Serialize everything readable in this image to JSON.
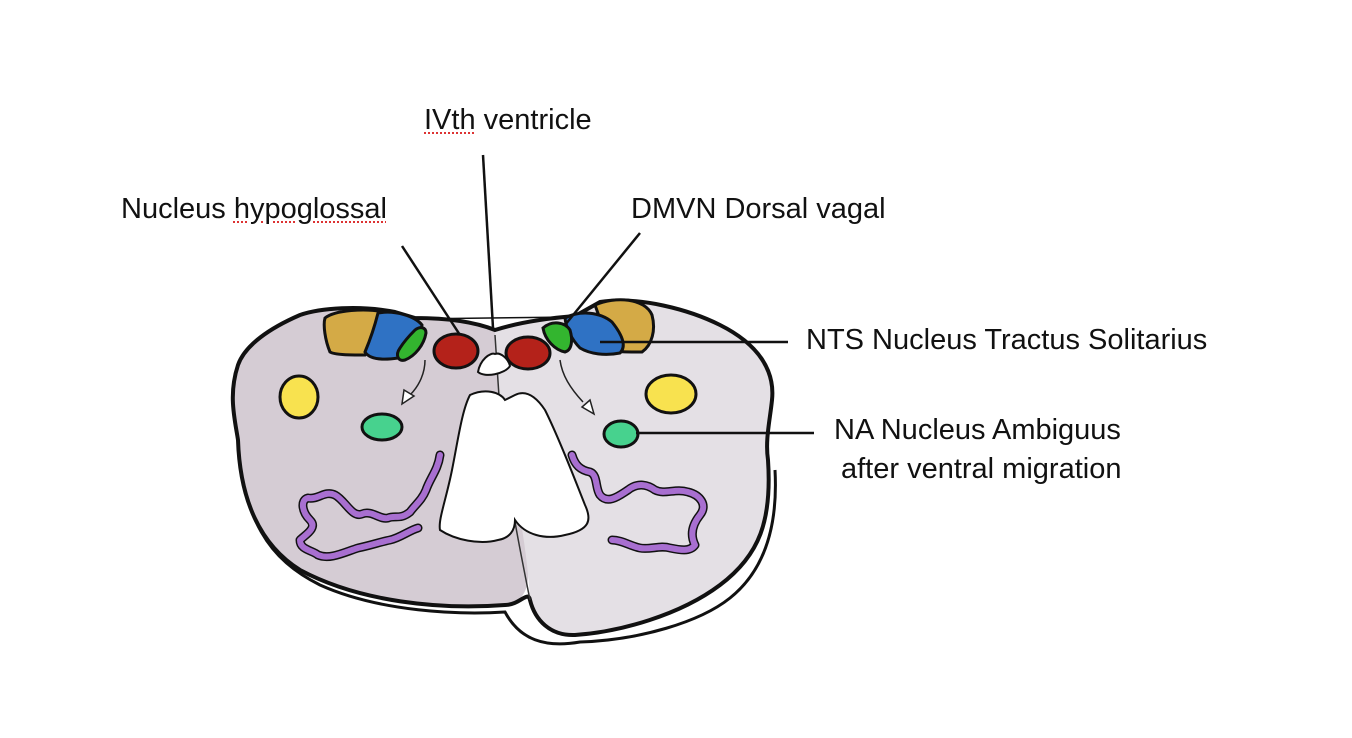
{
  "labels": {
    "ventricle": {
      "prefix": "IVth",
      "rest": " ventricle"
    },
    "hypoglossal": {
      "prefix": "Nucleus ",
      "rest": "hypoglossal"
    },
    "dmvn": "DMVN Dorsal vagal",
    "nts": "NTS Nucleus Tractus Solitarius",
    "na_line1": "NA Nucleus Ambiguus",
    "na_line2": "after ventral migration"
  },
  "colors": {
    "tissue_left": "#d5ccd4",
    "tissue_right": "#e4e0e5",
    "outline": "#111111",
    "sensory_tan": "#d4aa46",
    "nts_blue": "#2f72c4",
    "dmvn_green": "#33b52f",
    "hypoglossal_red": "#b4221a",
    "ambiguus_teal": "#47d28e",
    "yellow_nucleus": "#f8e24f",
    "olive_purple": "#a86fd0"
  },
  "icons": [
    "ventral-migration-arrow-icon"
  ]
}
